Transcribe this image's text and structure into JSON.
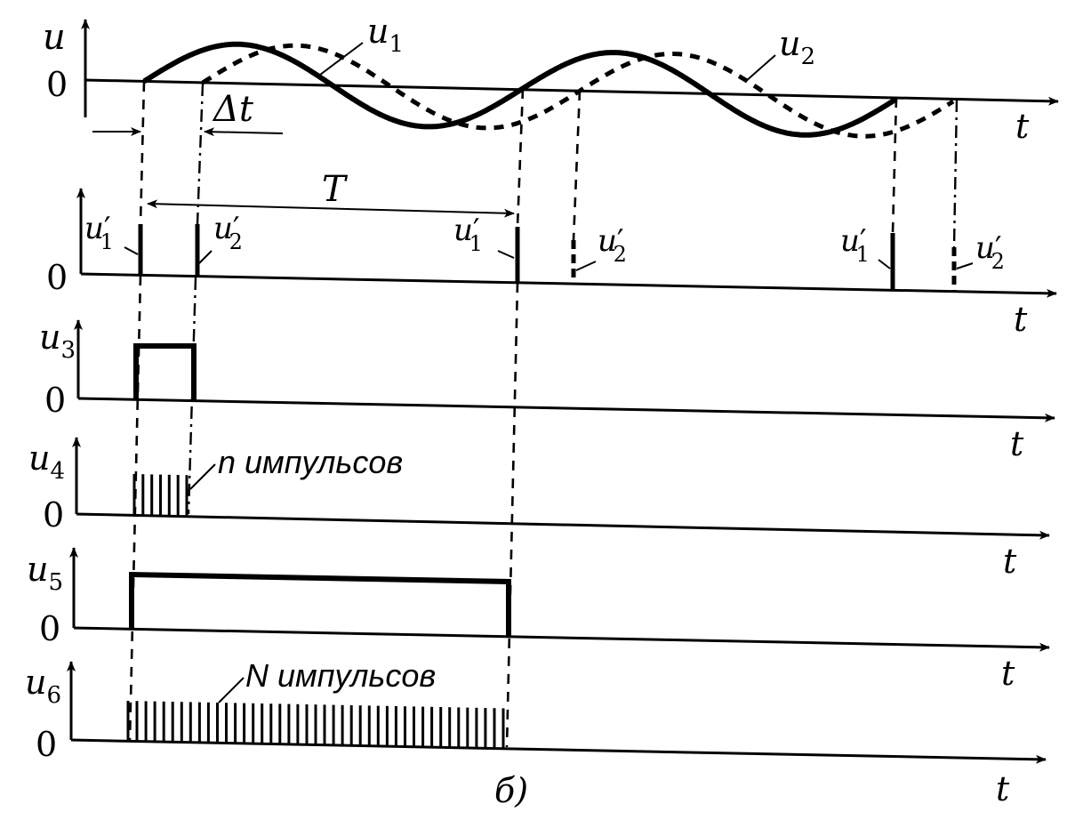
{
  "figure": {
    "caption": "б)",
    "zero_label": "0",
    "time_label": "t",
    "delta_t_label": "Δt",
    "period_label": "T",
    "panels": [
      {
        "id": "p0",
        "ylabel_base": "u",
        "ylabel_sub": ""
      },
      {
        "id": "p1",
        "ylabel_base": "",
        "ylabel_sub": ""
      },
      {
        "id": "p2",
        "ylabel_base": "u",
        "ylabel_sub": "3"
      },
      {
        "id": "p3",
        "ylabel_base": "u",
        "ylabel_sub": "4"
      },
      {
        "id": "p4",
        "ylabel_base": "u",
        "ylabel_sub": "5"
      },
      {
        "id": "p5",
        "ylabel_base": "u",
        "ylabel_sub": "6"
      }
    ],
    "curve_labels": {
      "u1": {
        "base": "u",
        "sub": "1"
      },
      "u2": {
        "base": "u",
        "sub": "2"
      }
    },
    "pulse_labels": {
      "u1p": {
        "base": "u",
        "prime": "′",
        "sub": "1"
      },
      "u2p": {
        "base": "u",
        "prime": "′",
        "sub": "2"
      }
    },
    "annotations": {
      "n_pulses": "n импульсов",
      "N_pulses": "N импульсов"
    },
    "pulse_counts": {
      "n": 7,
      "N": 43
    }
  }
}
